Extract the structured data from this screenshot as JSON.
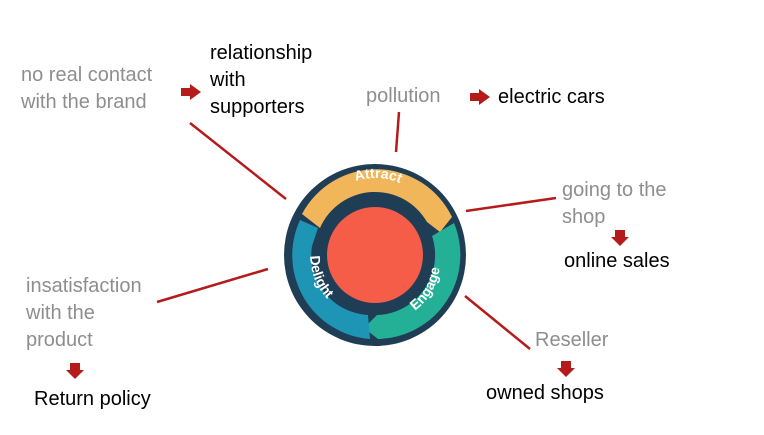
{
  "colors": {
    "problem_text": "#8e8e8e",
    "solution_text": "#000000",
    "connector": "#b51b1b",
    "arrow": "#b51b1b",
    "attract": "#f1b65a",
    "engage": "#23b097",
    "delight": "#1e95b5",
    "ring_dark": "#1f3d55",
    "core": "#f65d48"
  },
  "flywheel": {
    "attract": "Attract",
    "engage": "Engage",
    "delight": "Delight"
  },
  "items": [
    {
      "problem": "no real contact\nwith the brand",
      "solution": "relationship\nwith\nsupporters",
      "arrow": "right-arrow-icon"
    },
    {
      "problem": "pollution",
      "solution": "electric cars",
      "arrow": "right-arrow-icon"
    },
    {
      "problem": "going to the\nshop",
      "solution": "online sales",
      "arrow": "down-arrow-icon"
    },
    {
      "problem": "Reseller",
      "solution": "owned shops",
      "arrow": "down-arrow-icon"
    },
    {
      "problem": "insatisfaction\nwith the\nproduct",
      "solution": "Return policy",
      "arrow": "down-arrow-icon"
    }
  ]
}
